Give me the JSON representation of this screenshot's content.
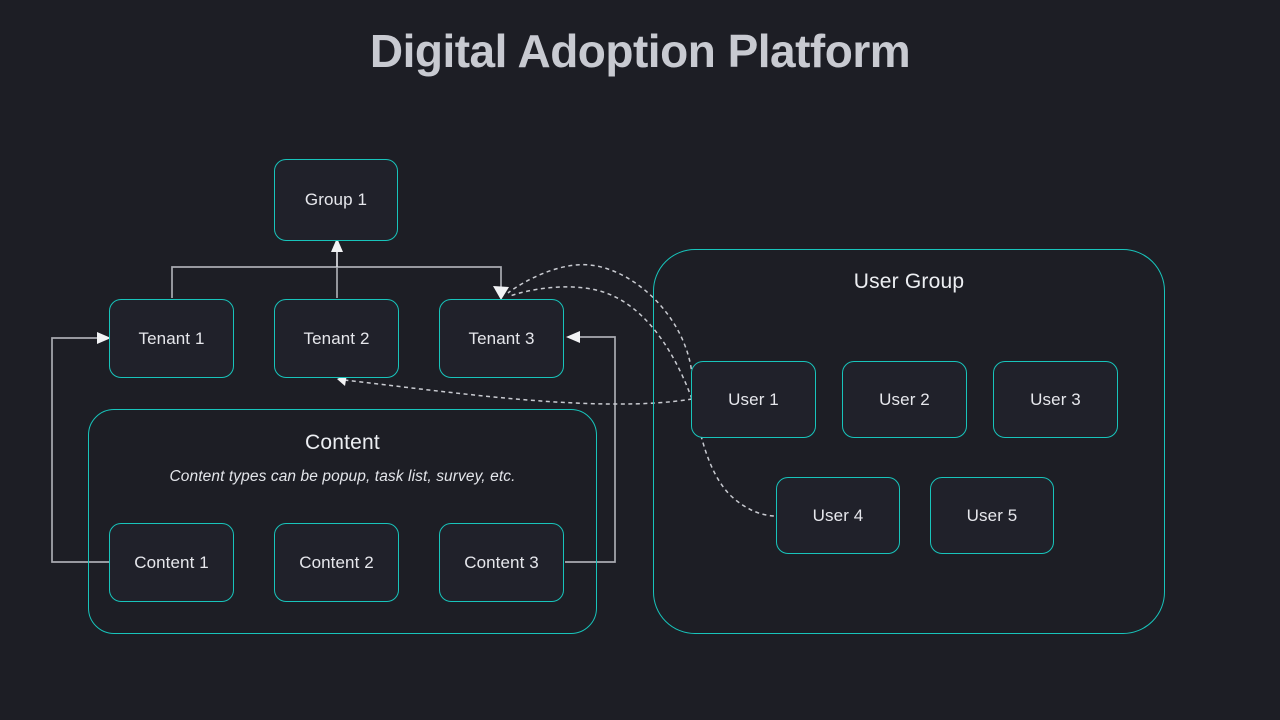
{
  "page": {
    "title": "Digital Adoption Platform",
    "background_color": "#1d1e25",
    "accent_color": "#18c4bb",
    "text_color": "#e6e7ec",
    "connector_color": "#a9abb2"
  },
  "nodes": {
    "group1": {
      "label": "Group 1"
    },
    "tenants": [
      {
        "label": "Tenant 1"
      },
      {
        "label": "Tenant 2"
      },
      {
        "label": "Tenant 3"
      }
    ],
    "contents": [
      {
        "label": "Content 1"
      },
      {
        "label": "Content 2"
      },
      {
        "label": "Content 3"
      }
    ],
    "users": [
      {
        "label": "User 1"
      },
      {
        "label": "User 2"
      },
      {
        "label": "User 3"
      },
      {
        "label": "User 4"
      },
      {
        "label": "User 5"
      }
    ]
  },
  "groups": {
    "content": {
      "title": "Content",
      "subtitle": "Content types can be popup, task list, survey, etc."
    },
    "user_group": {
      "title": "User Group"
    }
  }
}
